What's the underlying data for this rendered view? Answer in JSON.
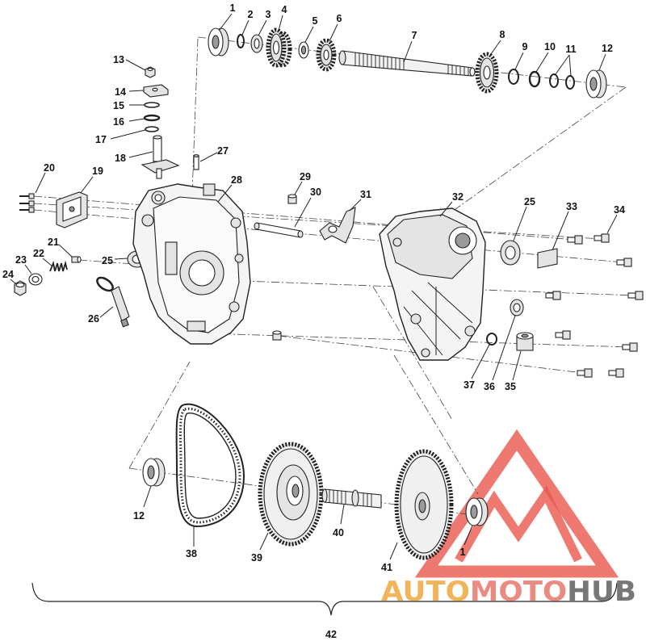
{
  "diagram": {
    "callouts": [
      "1",
      "2",
      "3",
      "4",
      "5",
      "6",
      "7",
      "8",
      "9",
      "10",
      "11",
      "12",
      "13",
      "14",
      "15",
      "16",
      "17",
      "18",
      "27",
      "20",
      "19",
      "28",
      "29",
      "30",
      "31",
      "32",
      "25",
      "33",
      "34",
      "21",
      "22",
      "23",
      "24",
      "25",
      "26",
      "37",
      "36",
      "35",
      "12",
      "38",
      "39",
      "40",
      "41",
      "1",
      "42"
    ]
  },
  "watermark": {
    "part1": "AUTO",
    "part2": "MOTO",
    "part3": "HUB"
  }
}
